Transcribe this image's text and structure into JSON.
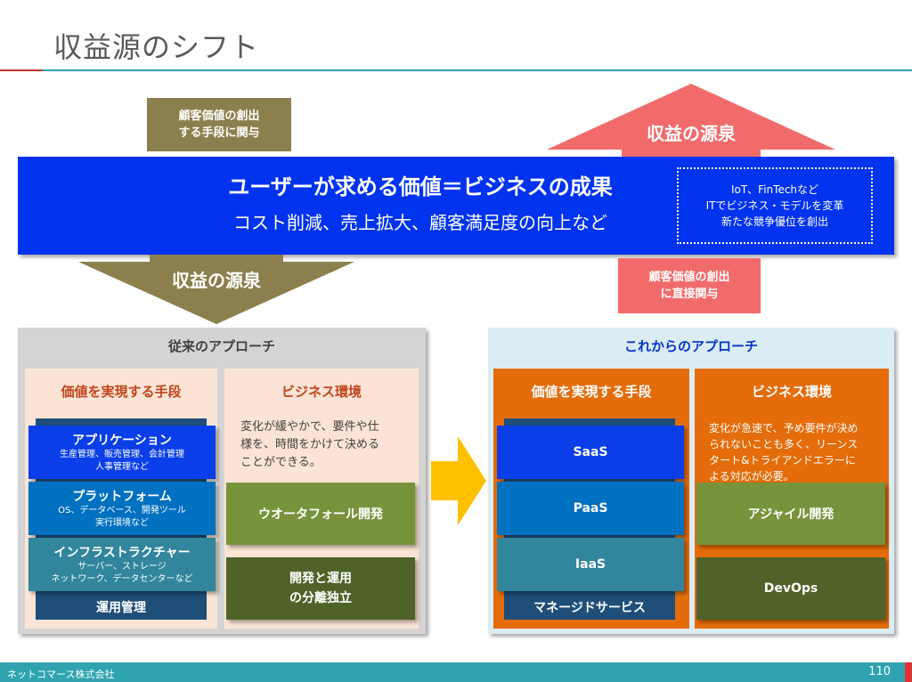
{
  "title": "収益源のシフト",
  "top_left_box": {
    "line1": "顧客価値の創出",
    "line2": "する手段に関与"
  },
  "up_arrow_label": "収益の源泉",
  "banner": {
    "headline": "ユーザーが求める価値＝ビジネスの成果",
    "sub": "コスト削減、売上拡大、顧客満足度の向上など",
    "note": {
      "line1": "IoT、FinTechなど",
      "line2": "ITでビジネス・モデルを変革",
      "line3": "新たな競争優位を創出"
    }
  },
  "down_arrow_label": "収益の源泉",
  "bottom_right_box": {
    "line1": "顧客価値の創出",
    "line2": "に直接関与"
  },
  "left_panel": {
    "title": "従来のアプローチ",
    "means": {
      "heading": "価値を実現する手段",
      "layers": [
        {
          "title": "アプリケーション",
          "sub1": "生産管理、販売管理、会計管理",
          "sub2": "人事管理など"
        },
        {
          "title": "プラットフォーム",
          "sub1": "OS、データベース、開発ツール",
          "sub2": "実行環境など"
        },
        {
          "title": "インフラストラクチャー",
          "sub1": "サーバー、ストレージ",
          "sub2": "ネットワーク、データセンターなど"
        }
      ],
      "ops": "運用管理"
    },
    "env": {
      "heading": "ビジネス環境",
      "desc_lines": [
        "変化が緩やかで、要件や仕",
        "様を、時間をかけて決める",
        "ことができる。"
      ],
      "method": "ウオータフォール開発",
      "org_line1": "開発と運用",
      "org_line2": "の分離独立"
    }
  },
  "right_panel": {
    "title": "これからのアプローチ",
    "means": {
      "heading": "価値を実現する手段",
      "layers": [
        "SaaS",
        "PaaS",
        "IaaS"
      ],
      "ops": "マネージドサービス"
    },
    "env": {
      "heading": "ビジネス環境",
      "desc_lines": [
        "変化が急速で、予め要件が決め",
        "られないことも多く、リーンス",
        "タート&トライアンドエラーに",
        "よる対応が必要。"
      ],
      "method": "アジャイル開発",
      "org": "DevOps"
    }
  },
  "footer": {
    "company": "ネットコマース株式会社",
    "page": "110"
  },
  "colors": {
    "banner": "#0033ee",
    "olive": "#8b7f4d",
    "salmon": "#f26b6b",
    "orange": "#e46c0a",
    "teal": "#2fa3b0"
  }
}
